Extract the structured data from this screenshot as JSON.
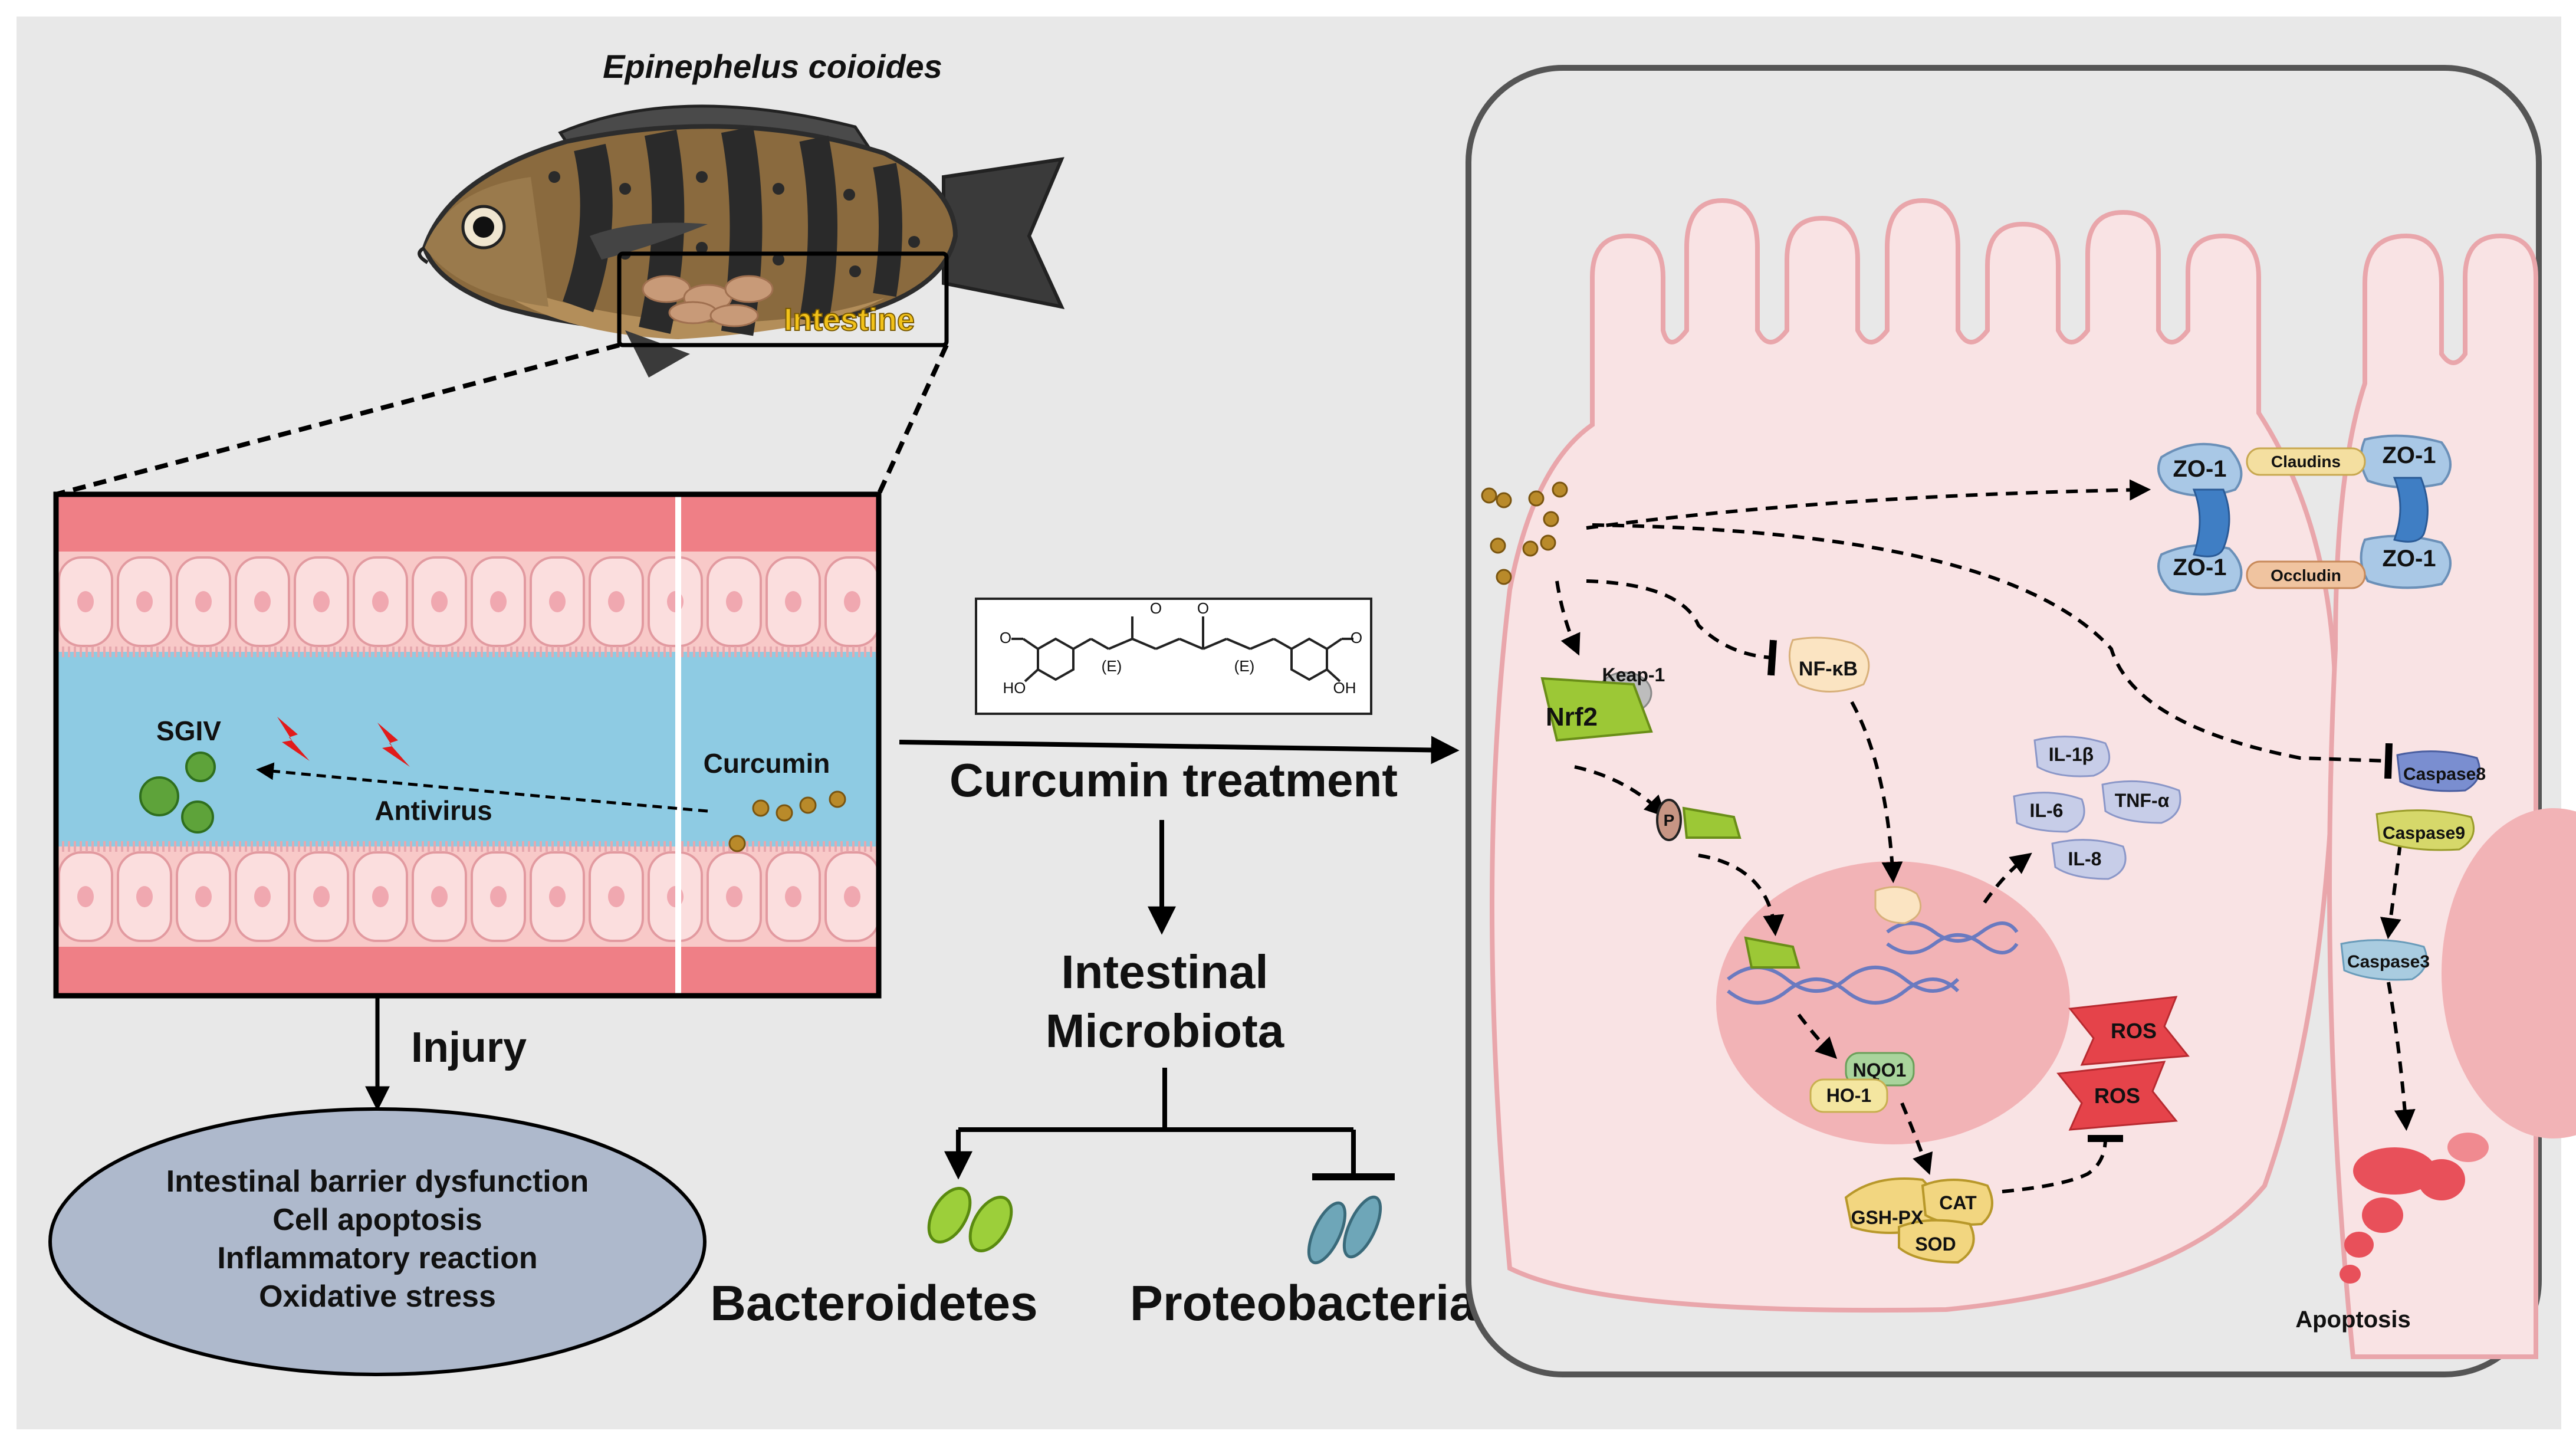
{
  "species": "Epinephelus coioides",
  "intestine_label": "Intestine",
  "panel_left": {
    "sgiv": "SGIV",
    "antivirus": "Antivirus",
    "curcumin": "Curcumin"
  },
  "injury_label": "Injury",
  "injury_outcomes": [
    "Intestinal barrier dysfunction",
    "Cell apoptosis",
    "Inflammatory reaction",
    "Oxidative stress"
  ],
  "structure": {
    "e1": "(E)",
    "e2": "(E)",
    "o1": "O",
    "o2": "O",
    "o3": "O",
    "o4": "O",
    "ho": "HO",
    "oh": "OH"
  },
  "treatment_label": "Curcumin treatment",
  "microbiota_label": [
    "Intestinal",
    "Microbiota"
  ],
  "bacteroidetes": "Bacteroidetes",
  "proteobacteria": "Proteobacteria",
  "cell": {
    "keap1": "Keap-1",
    "nrf2": "Nrf2",
    "p": "P",
    "nfkb": "NF-κB",
    "il1b": "IL-1β",
    "il6": "IL-6",
    "tnfa": "TNF-α",
    "il8": "IL-8",
    "nqo1": "NQO1",
    "ho1": "HO-1",
    "gshpx": "GSH-PX",
    "cat": "CAT",
    "sod": "SOD",
    "ros1": "ROS",
    "ros2": "ROS",
    "zo1_tl": "ZO-1",
    "zo1_tr": "ZO-1",
    "zo1_bl": "ZO-1",
    "zo1_br": "ZO-1",
    "claudins": "Claudins",
    "occludin": "Occludin",
    "caspase8": "Caspase8",
    "caspase9": "Caspase9",
    "caspase3": "Caspase3",
    "apoptosis": "Apoptosis"
  }
}
